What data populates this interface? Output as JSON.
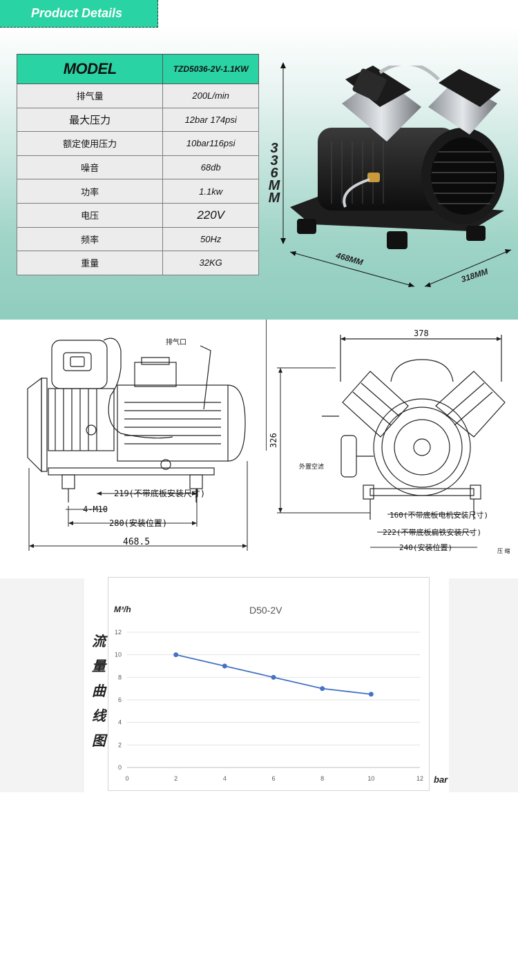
{
  "header": {
    "title": "Product Details"
  },
  "specs": {
    "model_label": "MODEL",
    "model_value": "TZD5036-2V-1.1KW",
    "rows": [
      {
        "label": "排气量",
        "value": "200L/min"
      },
      {
        "label": "最大压力",
        "value": "12bar 174psi"
      },
      {
        "label": "额定使用压力",
        "value": "10bar116psi"
      },
      {
        "label": "噪音",
        "value": "68db"
      },
      {
        "label": "功率",
        "value": "1.1kw"
      },
      {
        "label": "电压",
        "value": "220V"
      },
      {
        "label": "频率",
        "value": "50Hz"
      },
      {
        "label": "重量",
        "value": "32KG"
      }
    ]
  },
  "photo_dims": {
    "height": "336MM",
    "length": "468MM",
    "width": "318MM"
  },
  "side_drawing": {
    "exhaust_label": "排气口",
    "dim_219": "219(不带底板安装尺寸)",
    "dim_m10": "4-M10",
    "dim_280": "280(安装位置)",
    "dim_total": "468.5"
  },
  "front_drawing": {
    "dim_top": "378",
    "dim_height": "326",
    "filter_label": "外置空滤",
    "dim_160": "160(不带底板电机安装尺寸)",
    "dim_222": "222(不带底板扁铁安装尺寸)",
    "dim_240": "240(安装位置)",
    "corner_text": "压 缩"
  },
  "colors": {
    "accent": "#2ad3a4",
    "series": "#4472c4"
  },
  "chart_data": {
    "type": "line",
    "title": "D50-2V",
    "side_label": "流量曲线图",
    "ylabel": "M³/h",
    "xlabel": "bar",
    "xlim": [
      0,
      12
    ],
    "ylim": [
      0,
      12
    ],
    "xticks": [
      0,
      2,
      4,
      6,
      8,
      10,
      12
    ],
    "yticks": [
      0,
      2,
      4,
      6,
      8,
      10,
      12
    ],
    "grid": true,
    "series": [
      {
        "x": [
          2,
          4,
          6,
          8,
          10
        ],
        "y": [
          10,
          9,
          8,
          7,
          6.5
        ]
      }
    ]
  }
}
